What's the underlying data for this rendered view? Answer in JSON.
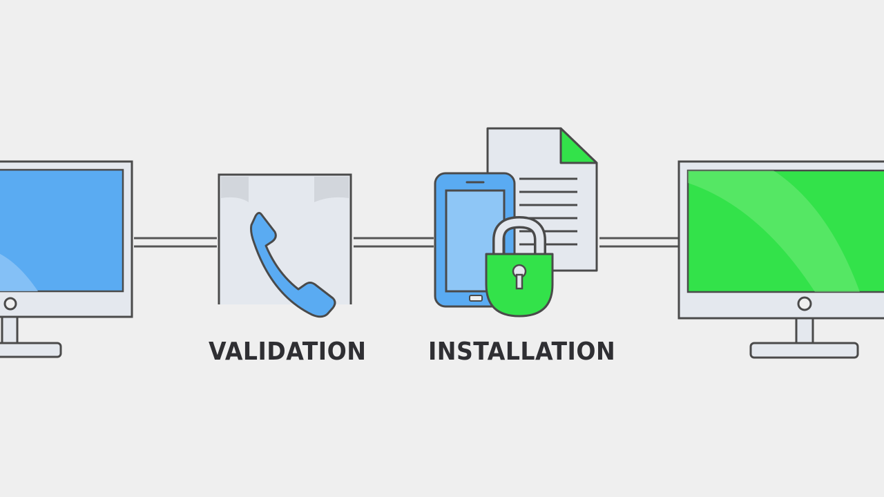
{
  "steps": [
    {
      "id": "validation",
      "label": "VALIDATION",
      "icon": "phone-icon"
    },
    {
      "id": "installation",
      "label": "INSTALLATION",
      "icon": "phone-lock-document-icon"
    }
  ],
  "nodes": {
    "source": {
      "icon": "monitor-icon",
      "screen_color": "#5aabf2"
    },
    "destination": {
      "icon": "monitor-icon",
      "screen_color": "#33e24a"
    }
  },
  "colors": {
    "background": "#efefef",
    "outline": "#4a4a4a",
    "panel": "#e4e8ee",
    "blue": "#5aabf2",
    "green": "#33e24a",
    "text": "#2f2f33"
  }
}
